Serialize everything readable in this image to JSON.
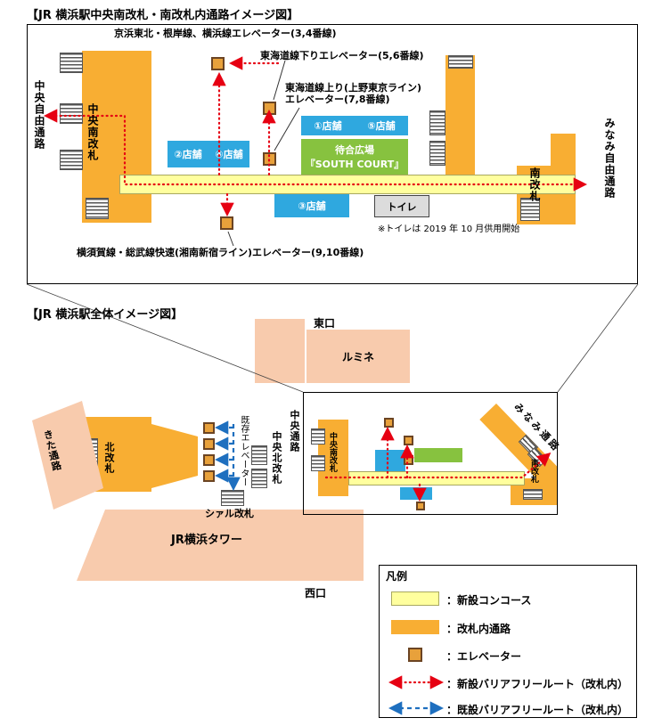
{
  "top": {
    "title": "【JR 横浜駅中央南改札・南改札内通路イメージ図】",
    "labels": {
      "keihin_tohoku": "京浜東北・根岸線、横浜線エレベーター(3,4番線)",
      "tokaido_down": "東海道線下りエレベーター(5,6番線)",
      "tokaido_up": "東海道線上り(上野東京ライン)\nエレベーター(7,8番線)",
      "yokosuka": "横須賀線・総武線快速(湘南新宿ライン)エレベーター(9,10番線)",
      "chuo_jiyu_tsuro": "中央自由通路",
      "chuo_minami_kaisatsu": "中央南改札",
      "minami_kaisatsu": "南改札",
      "minami_jiyu_tsuro": "みなみ自由通路",
      "shop1": "①店舗",
      "shop2": "②店舗",
      "shop3": "③店舗",
      "shop4": "④店舗",
      "shop5": "⑤店舗",
      "waiting_line1": "待合広場",
      "waiting_line2": "『SOUTH COURT』",
      "toilet": "トイレ",
      "toilet_note": "※トイレは 2019 年 10 月供用開始"
    }
  },
  "bottom": {
    "title": "【JR 横浜駅全体イメージ図】",
    "labels": {
      "higashi_guchi": "東口",
      "lumine": "ルミネ",
      "kita_tsuro": "きた通路",
      "kita_kaisatsu": "北改札",
      "kison_elevator": "既存エレベーター",
      "chuo_kita_kaisatsu": "中央北改札",
      "chuo_tsuro": "中央通路",
      "cial_kaisatsu": "シァル改札",
      "chuo_minami_kaisatsu": "中央南改札",
      "minami_kaisatsu": "南改札",
      "minami_tsuro": "みなみ通路",
      "jr_tower": "JR横浜タワー",
      "nishi_guchi": "西口"
    }
  },
  "legend": {
    "title": "凡例",
    "items": [
      {
        "key": "new-concourse",
        "label": "：新設コンコース"
      },
      {
        "key": "gate-passage",
        "label": "：改札内通路"
      },
      {
        "key": "elevator",
        "label": "：エレベーター"
      },
      {
        "key": "new-barrier-free-route",
        "label": "：新設バリアフリールート（改札内）"
      },
      {
        "key": "existing-barrier-free-route",
        "label": "：既設バリアフリールート（改札内）"
      }
    ]
  },
  "colors": {
    "new_concourse_yellow": "#FFFF9E",
    "gate_passage_orange": "#F8AE33",
    "shop_blue": "#2FA8DF",
    "waiting_green": "#87C23F",
    "building_salmon": "#F8CBAD",
    "new_route_red": "#E60012",
    "existing_route_blue": "#1E6FBF",
    "elevator_fill": "#E8A13B"
  }
}
